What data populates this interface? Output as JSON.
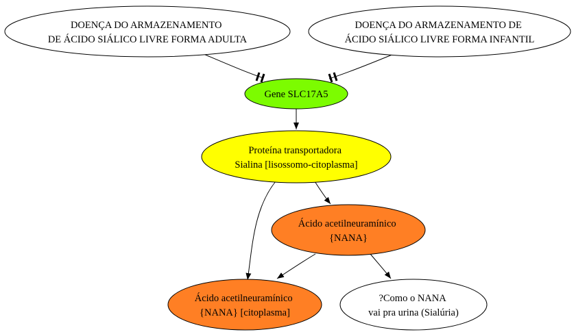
{
  "nodes": [
    {
      "id": "adult",
      "lines": [
        "DOENÇA DO ARMAZENAMENTO",
        "DE ÁCIDO SIÁLICO LIVRE FORMA ADULTA"
      ],
      "fill": "#ffffff"
    },
    {
      "id": "infant",
      "lines": [
        "DOENÇA DO ARMAZENAMENTO DE",
        "ÁCIDO SIÁLICO LIVRE FORMA INFANTIL"
      ],
      "fill": "#ffffff"
    },
    {
      "id": "gene",
      "lines": [
        "Gene SLC17A5"
      ],
      "fill": "#7cfc00"
    },
    {
      "id": "protein",
      "lines": [
        "Proteína transportadora",
        "Sialina [lisossomo-citoplasma]"
      ],
      "fill": "#ffff00"
    },
    {
      "id": "nana",
      "lines": [
        "Ácido acetilneuramínico",
        "{NANA}"
      ],
      "fill": "#ff7f24"
    },
    {
      "id": "nana_cyto",
      "lines": [
        "Ácido acetilneuramínico",
        "{NANA} [citoplasma]"
      ],
      "fill": "#ff7f24"
    },
    {
      "id": "urine",
      "lines": [
        "?Como o NANA",
        "vai pra urina (Sialúria)"
      ],
      "fill": "#ffffff"
    }
  ],
  "edges": [
    {
      "from": "adult",
      "to": "gene",
      "arrow": "tee-tee"
    },
    {
      "from": "infant",
      "to": "gene",
      "arrow": "tee-tee"
    },
    {
      "from": "gene",
      "to": "protein",
      "arrow": "normal"
    },
    {
      "from": "protein",
      "to": "nana",
      "arrow": "normal"
    },
    {
      "from": "protein",
      "to": "nana_cyto",
      "arrow": "normal"
    },
    {
      "from": "nana",
      "to": "nana_cyto",
      "arrow": "normal"
    },
    {
      "from": "nana",
      "to": "urine",
      "arrow": "normal"
    }
  ]
}
